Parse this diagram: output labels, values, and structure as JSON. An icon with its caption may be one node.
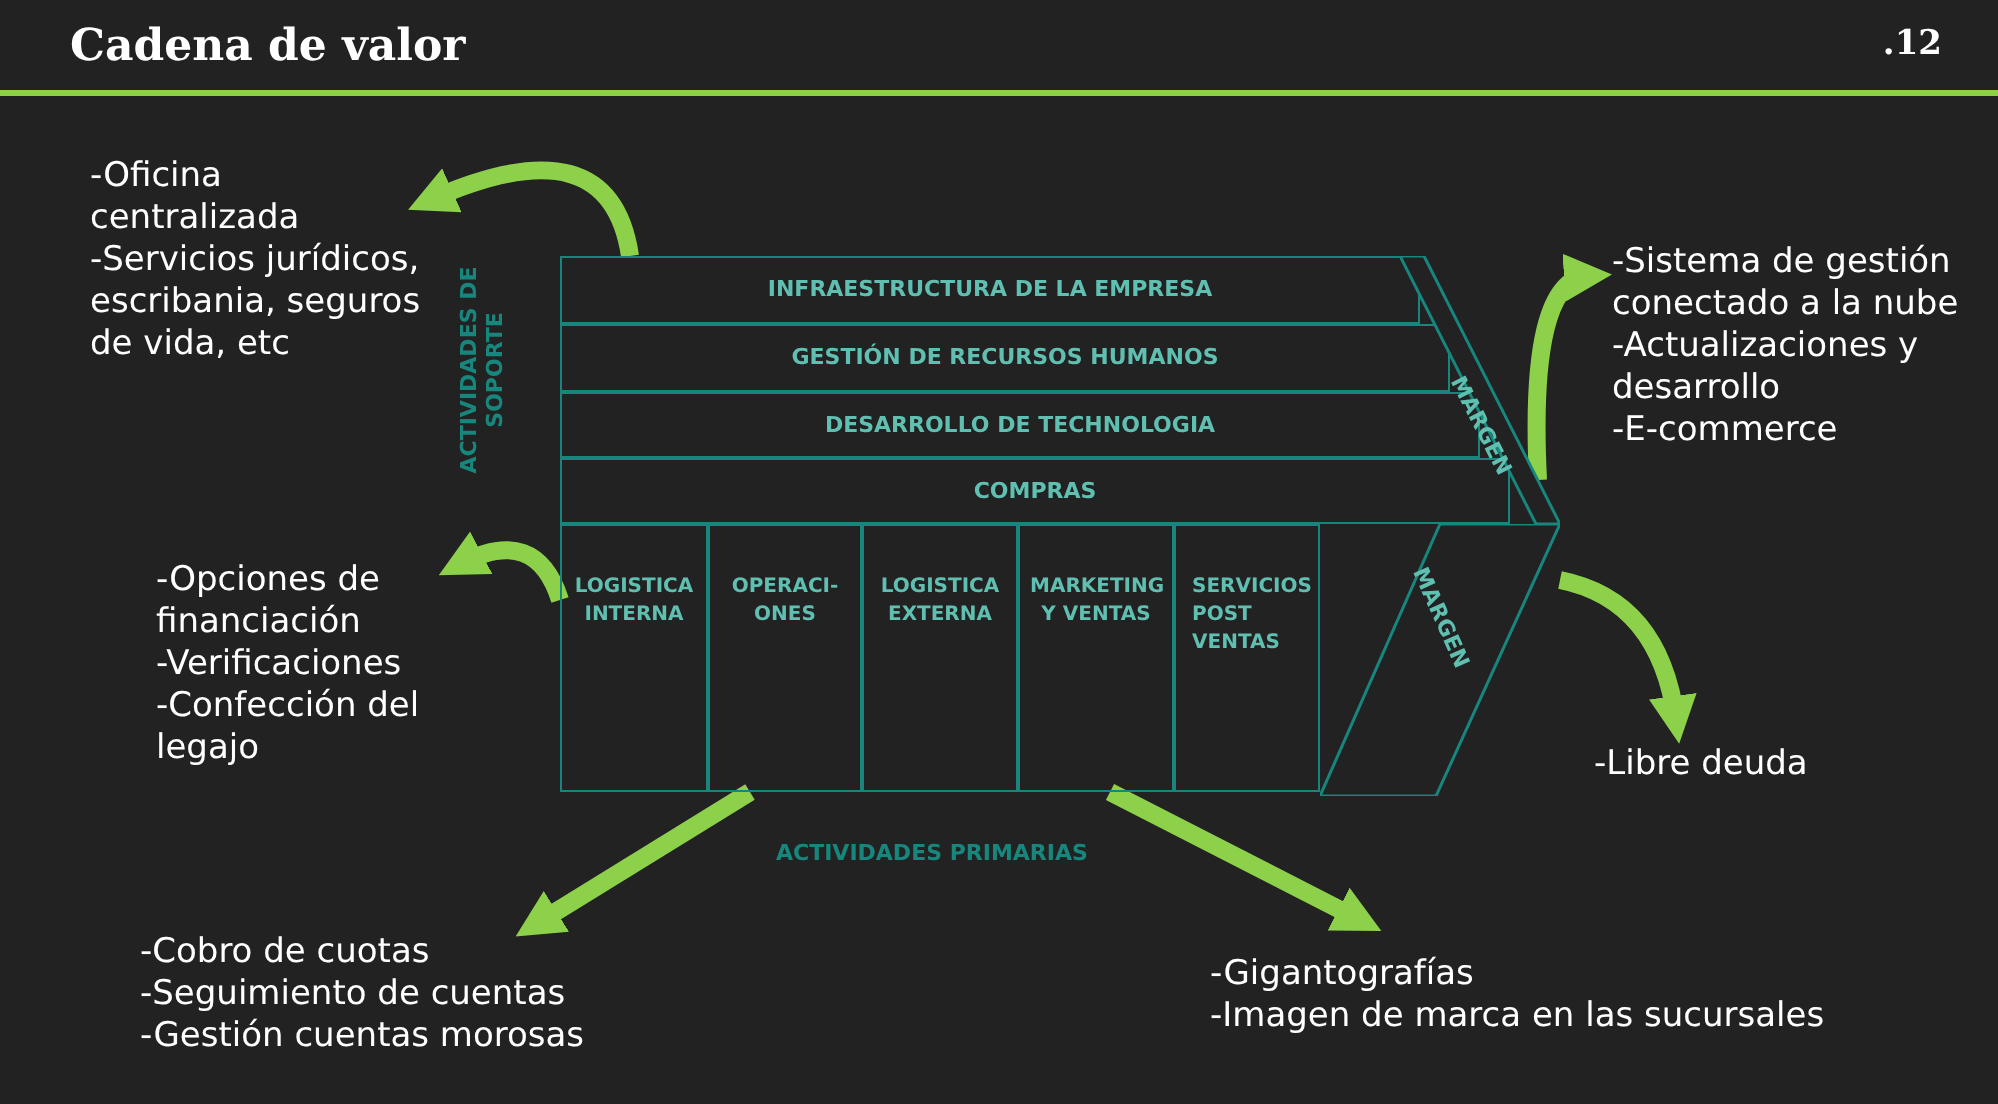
{
  "diagram": {
    "title": "Cadena de valor",
    "nodes": [
      {
        "text": [
          "INFRAESTRUCTURA DE LA EMPRESA"
        ]
      },
      {
        "text": [
          "GESTIÓN DE RECURSOS HUMANOS"
        ]
      },
      {
        "text": [
          "DESARROLLO DE TECHNOLOGIA"
        ]
      },
      {
        "text": [
          "COMPRAS"
        ]
      },
      {
        "text": [
          "MARGEN"
        ]
      },
      {
        "text": [
          "LOGISTICA INTERNA"
        ]
      },
      {
        "text": [
          "OPERACI- ONES"
        ]
      },
      {
        "text": [
          "LOGISTICA EXTERNA"
        ]
      },
      {
        "text": [
          "MARKETING Y VENTAS"
        ]
      },
      {
        "text": [
          "SERVICIOS POST VENTAS"
        ]
      },
      {
        "text": [
          "MARGEN"
        ]
      },
      {
        "text": [
          "-Oficina centralizada",
          "-Servicios jurídicos, escribania, seguros de vida, etc"
        ]
      },
      {
        "text": [
          "-Opciones de financiación",
          "-Verificaciones",
          "-Confección del legajo"
        ]
      },
      {
        "text": [
          "-Cobro de cuotas",
          "-Seguimiento de cuentas",
          "-Gestión cuentas morosas"
        ]
      },
      {
        "text": [
          "-Gigantografías",
          "-Imagen de marca en las sucursales"
        ]
      },
      {
        "text": [
          "-Sistema de gestión conectado a la nube",
          "-Actualizaciones y desarrollo",
          "-E-commerce"
        ]
      },
      {
        "text": [
          "-Libre deuda"
        ]
      }
    ],
    "edges": [
      {
        "from": 0,
        "to": 11,
        "arrow": "to"
      },
      {
        "from": 5,
        "to": 12,
        "arrow": "to"
      },
      {
        "from": 6,
        "to": 13,
        "arrow": "to"
      },
      {
        "from": 8,
        "to": 14,
        "arrow": "to"
      },
      {
        "from": 4,
        "to": 15,
        "arrow": "to"
      },
      {
        "from": 10,
        "to": 16,
        "arrow": "to"
      }
    ],
    "labels": [
      ".12",
      "ACTIVIDADES DE SOPORTE",
      "ACTIVIDADES PRIMARIAS"
    ]
  }
}
